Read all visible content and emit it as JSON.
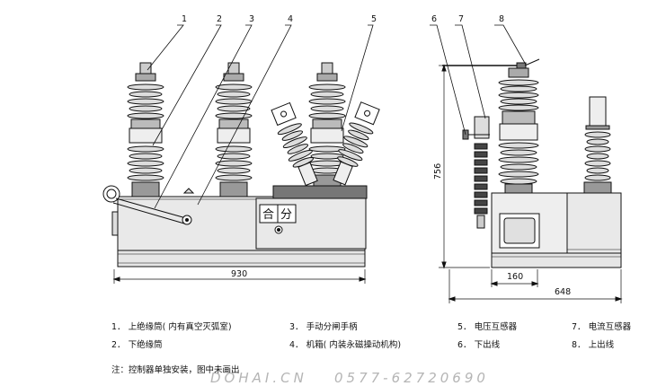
{
  "callouts": [
    "1",
    "2",
    "3",
    "4",
    "5",
    "6",
    "7",
    "8"
  ],
  "dimensions": {
    "front_width": "930",
    "height": "756",
    "side_inner": "160",
    "side_width": "648"
  },
  "panel_labels": {
    "close": "合",
    "open": "分"
  },
  "legend": [
    {
      "num": "1",
      "text": "上绝缘筒( 内有真空灭弧室)"
    },
    {
      "num": "2",
      "text": "下绝缘筒"
    },
    {
      "num": "3",
      "text": "手动分闸手柄"
    },
    {
      "num": "4",
      "text": "机箱( 内装永磁操动机构)"
    },
    {
      "num": "5",
      "text": "电压互感器"
    },
    {
      "num": "6",
      "text": "下出线"
    },
    {
      "num": "7",
      "text": "电流互感器"
    },
    {
      "num": "8",
      "text": "上出线"
    }
  ],
  "note": "注：控制器单独安装，图中未画出",
  "watermark": {
    "site": "DOHAI.CN",
    "phone": "0577-62720690"
  }
}
